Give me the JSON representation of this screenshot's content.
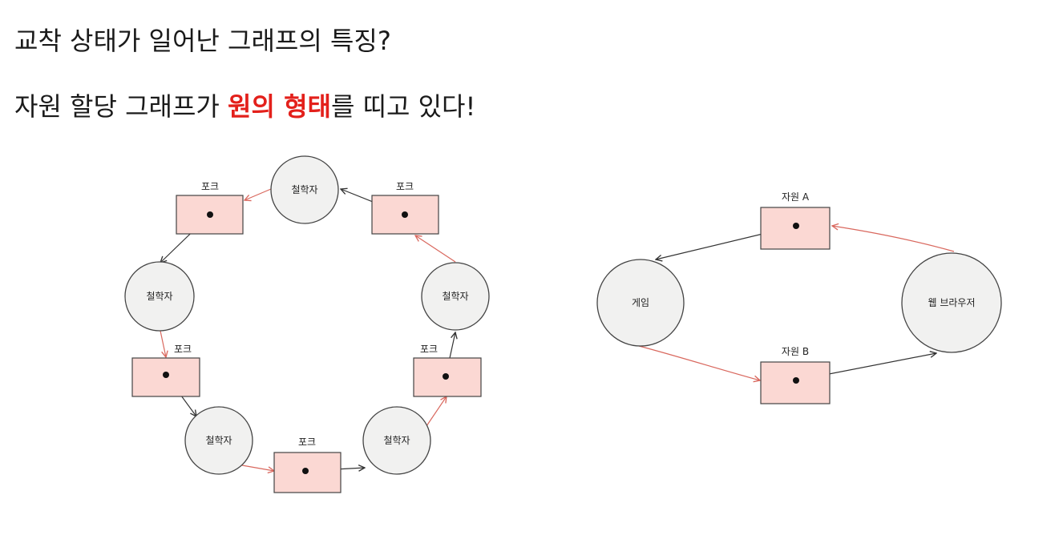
{
  "heading1": "교착 상태가 일어난 그래프의 특징?",
  "heading2": {
    "before": "자원 할당 그래프가 ",
    "emphasis": "원의 형태",
    "after": "를 띠고 있다!"
  },
  "colors": {
    "emphasis": "#e3201b",
    "resource_fill": "#fbd8d3",
    "process_fill": "#f1f1f0",
    "request_edge": "#d9685e",
    "assignment_edge": "#333333"
  },
  "left_diagram": {
    "philosophers": [
      "철학자",
      "철학자",
      "철학자",
      "철학자",
      "철학자"
    ],
    "forks": [
      "포크",
      "포크",
      "포크",
      "포크",
      "포크"
    ]
  },
  "right_diagram": {
    "processes": [
      "게임",
      "웹 브라우저"
    ],
    "resources": [
      "자원 A",
      "자원 B"
    ]
  }
}
